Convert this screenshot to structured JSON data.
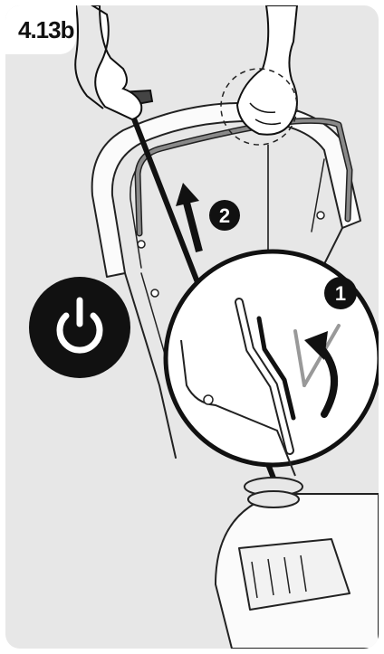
{
  "step": {
    "label": "4.13b"
  },
  "callouts": {
    "one": "1",
    "two": "2"
  },
  "icons": {
    "power": "power-icon",
    "rotate_arrow": "rotate-arrow-icon",
    "up_arrow": "up-arrow-icon"
  },
  "colors": {
    "background": "#e7e7e7",
    "line": "#111111",
    "handle_gray": "#8a8a8a",
    "badge": "#111111"
  }
}
